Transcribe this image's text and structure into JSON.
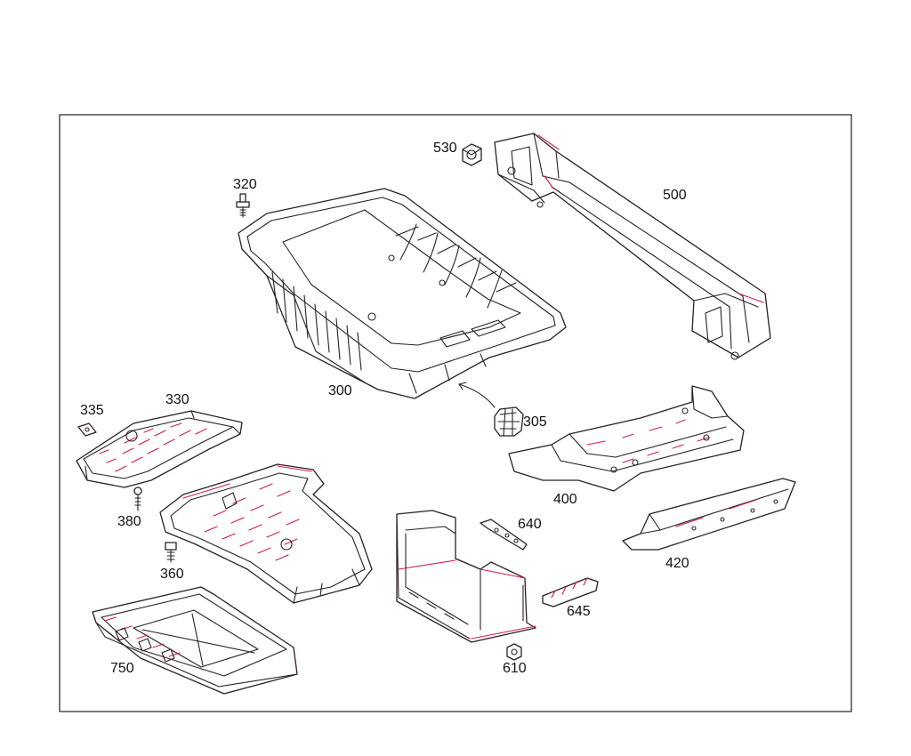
{
  "diagram": {
    "accent_color": "#d21e4a",
    "line_color": "#2b1f22",
    "parts": [
      {
        "id": "300",
        "label": "300"
      },
      {
        "id": "305",
        "label": "305"
      },
      {
        "id": "320",
        "label": "320"
      },
      {
        "id": "330",
        "label": "330"
      },
      {
        "id": "335",
        "label": "335"
      },
      {
        "id": "360",
        "label": "360"
      },
      {
        "id": "380",
        "label": "380"
      },
      {
        "id": "400",
        "label": "400"
      },
      {
        "id": "420",
        "label": "420"
      },
      {
        "id": "500",
        "label": "500"
      },
      {
        "id": "530",
        "label": "530"
      },
      {
        "id": "610",
        "label": "610"
      },
      {
        "id": "640",
        "label": "640"
      },
      {
        "id": "645",
        "label": "645"
      },
      {
        "id": "750",
        "label": "750"
      }
    ]
  }
}
